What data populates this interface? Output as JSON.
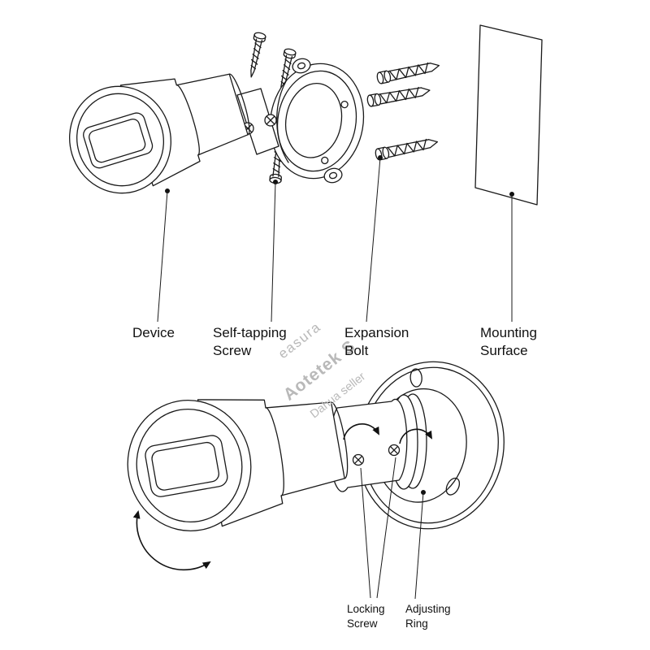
{
  "page": {
    "background": "#ffffff",
    "line_color": "#1a1a1a"
  },
  "diagram": {
    "top_labels": {
      "device": "Device",
      "self_tapping_screw": "Self-tapping Screw",
      "expansion_bolt": "Expansion Bolt",
      "mounting_surface": "Mounting Surface"
    },
    "bottom_labels": {
      "locking_screw": "Locking Screw",
      "adjusting_ring": "Adjusting Ring"
    },
    "watermark": {
      "color": "#b9b9b9",
      "lines": [
        "easura",
        "Aotetek S",
        "Dahua seller"
      ]
    }
  }
}
